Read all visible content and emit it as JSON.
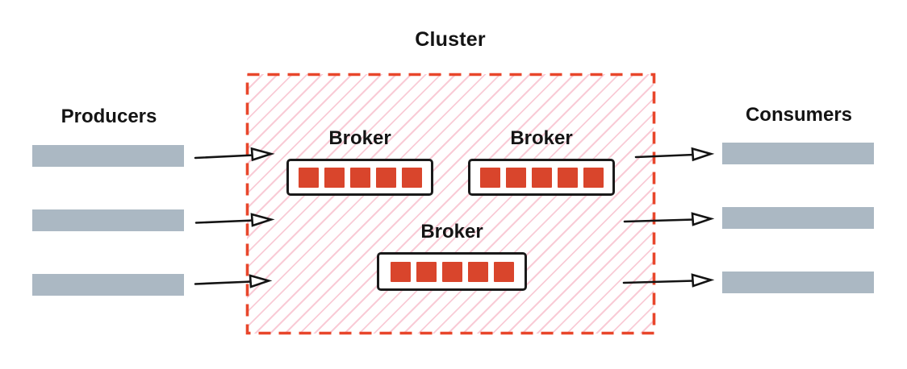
{
  "diagram": {
    "cluster": {
      "label": "Cluster",
      "brokers": [
        {
          "label": "Broker",
          "partition_count": 5
        },
        {
          "label": "Broker",
          "partition_count": 5
        },
        {
          "label": "Broker",
          "partition_count": 5
        }
      ]
    },
    "producers": {
      "label": "Producers",
      "stream_count": 3
    },
    "consumers": {
      "label": "Consumers",
      "stream_count": 3
    },
    "colors": {
      "dash_red": "#e8462b",
      "partition_red": "#d9452c",
      "hatch_pink": "#f9cbd6",
      "bar_gray": "#abb8c3",
      "ink": "#141414"
    }
  }
}
